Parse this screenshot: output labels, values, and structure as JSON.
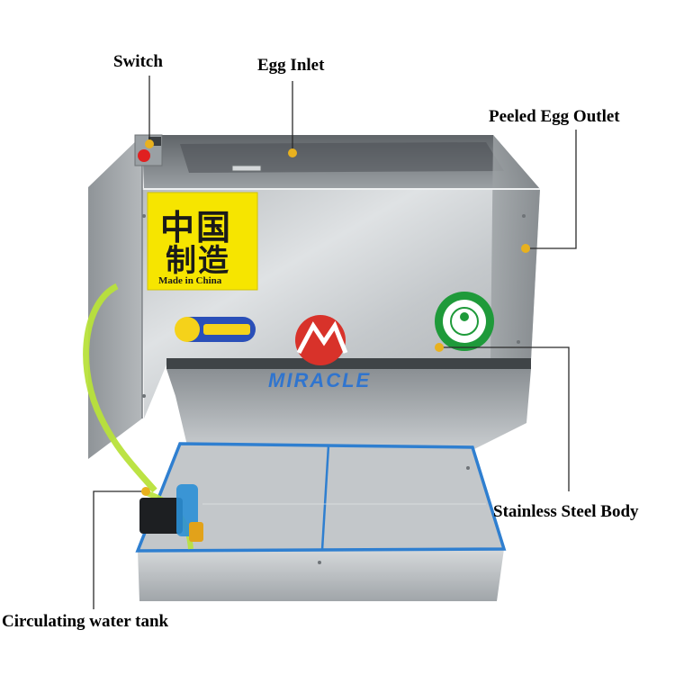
{
  "callouts": {
    "switch": "Switch",
    "egg_inlet": "Egg Inlet",
    "peeled_egg_outlet": "Peeled Egg Outlet",
    "stainless_steel_body": "Stainless Steel Body",
    "circulating_water_tank": "Circulating water tank"
  },
  "badge": {
    "line1": "中国",
    "line2": "制造",
    "caption": "Made in China"
  },
  "brand": {
    "name": "MIRACLE"
  },
  "colors": {
    "steel_light": "#cfd3d6",
    "steel_mid": "#a7acb0",
    "steel_dark": "#6f7478",
    "tank_rim": "#2f7fd0",
    "hose": "#b8e23a",
    "badge_yellow": "#f6e500",
    "seal_green": "#1f9a3a",
    "brand_red": "#d8322a",
    "brand_blue": "#1f6fd8",
    "switch_red": "#e02020"
  },
  "icons": {
    "switch": "red-knob-switch-icon",
    "pump": "water-pump-icon",
    "seal": "green-environmental-seal-icon",
    "mascot": "thumbs-up-mascot-sticker-icon"
  }
}
